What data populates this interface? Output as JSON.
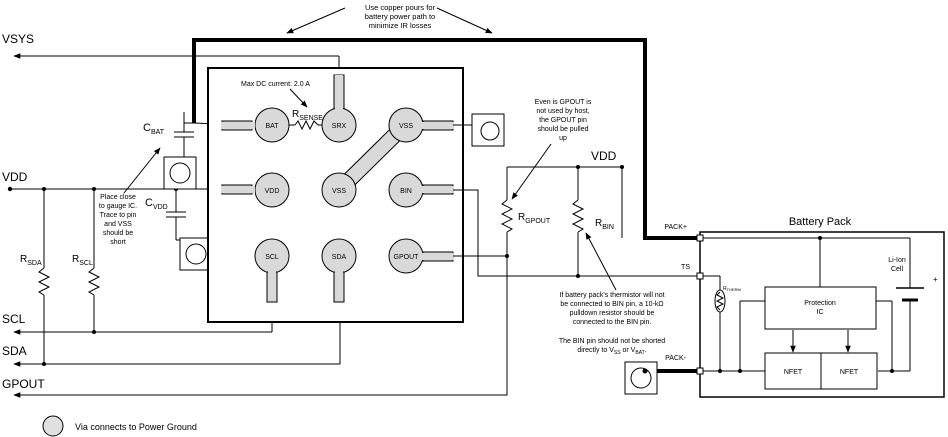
{
  "notes": {
    "copper": [
      "Use copper pours for",
      "battery power path to",
      "minimize IR losses"
    ],
    "dc_current": "Max DC current:  2.0 A",
    "gauge": [
      "Place close",
      "to gauge IC.",
      "Trace to pin",
      "and VSS",
      "should be",
      "short"
    ],
    "gpout": [
      "Even is GPOUT is",
      "not used by host,",
      "the GPOUT pin",
      "should be pulled",
      "up"
    ],
    "bin1": [
      "If battery pack's thermistor will not",
      "be connected to BIN pin, a 10-kΩ",
      "pulldown resistor should be",
      "connected to the BIN pin."
    ],
    "bin2": [
      "The BIN pin should not be shorted",
      "directly to V",
      "SS",
      " or V",
      "BAT",
      "."
    ]
  },
  "rails": {
    "vsys": "VSYS",
    "vdd_left": "VDD",
    "vdd_right": "VDD",
    "scl": "SCL",
    "sda": "SDA",
    "gpout": "GPOUT"
  },
  "components": {
    "cbat": {
      "main": "C",
      "sub": "BAT"
    },
    "cvdd": {
      "main": "C",
      "sub": "VDD"
    },
    "rsense": {
      "main": "R",
      "sub": "SENSE"
    },
    "rsda": {
      "main": "R",
      "sub": "SDA"
    },
    "rscl": {
      "main": "R",
      "sub": "SCL"
    },
    "rgpout": {
      "main": "R",
      "sub": "GPOUT"
    },
    "rbin": {
      "main": "R",
      "sub": "BIN"
    },
    "rntc": {
      "main": "R",
      "sub": "THERM"
    }
  },
  "pins": {
    "bat": "BAT",
    "srx": "SRX",
    "vss1": "VSS",
    "vdd": "VDD",
    "vss2": "VSS",
    "bin": "BIN",
    "scl": "SCL",
    "sda": "SDA",
    "gpout": "GPOUT"
  },
  "pack": {
    "title": "Battery Pack",
    "pack_plus": "PACK+",
    "ts": "TS",
    "pack_minus": "PACK-",
    "protection": [
      "Protection",
      "IC"
    ],
    "nfet1": "NFET",
    "nfet2": "NFET",
    "cell": [
      "Li-Ion",
      "Cell"
    ],
    "plus": "+"
  },
  "legend": "Via connects to Power Ground"
}
